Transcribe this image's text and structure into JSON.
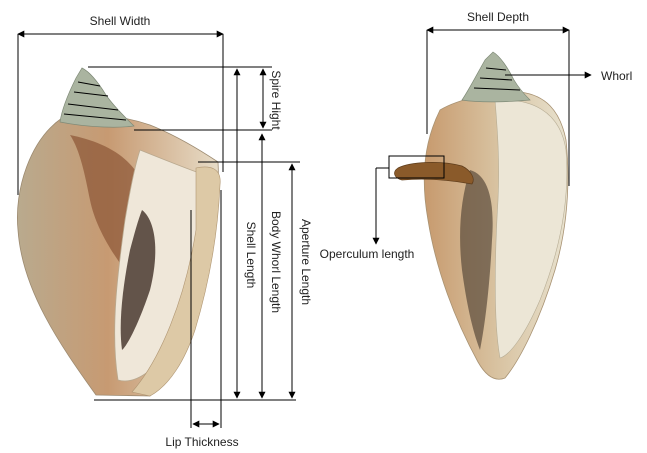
{
  "labels": {
    "shell_width": "Shell Width",
    "shell_depth": "Shell Depth",
    "whorl": "Whorl",
    "spire_height": "Spire Hight",
    "shell_length": "Shell Length",
    "body_whorl_length": "Body Whorl Length",
    "aperture_length": "Aperture Length",
    "operculum_length": "Operculum length",
    "lip_thickness": "Lip Thickness"
  },
  "colors": {
    "shell_body": "#c9a27c",
    "shell_light": "#e8dcc4",
    "spire": "#a9b4a0",
    "aperture_dark": "#4a3a30",
    "operculum": "#8a5a2a",
    "annotation": "#000000"
  }
}
